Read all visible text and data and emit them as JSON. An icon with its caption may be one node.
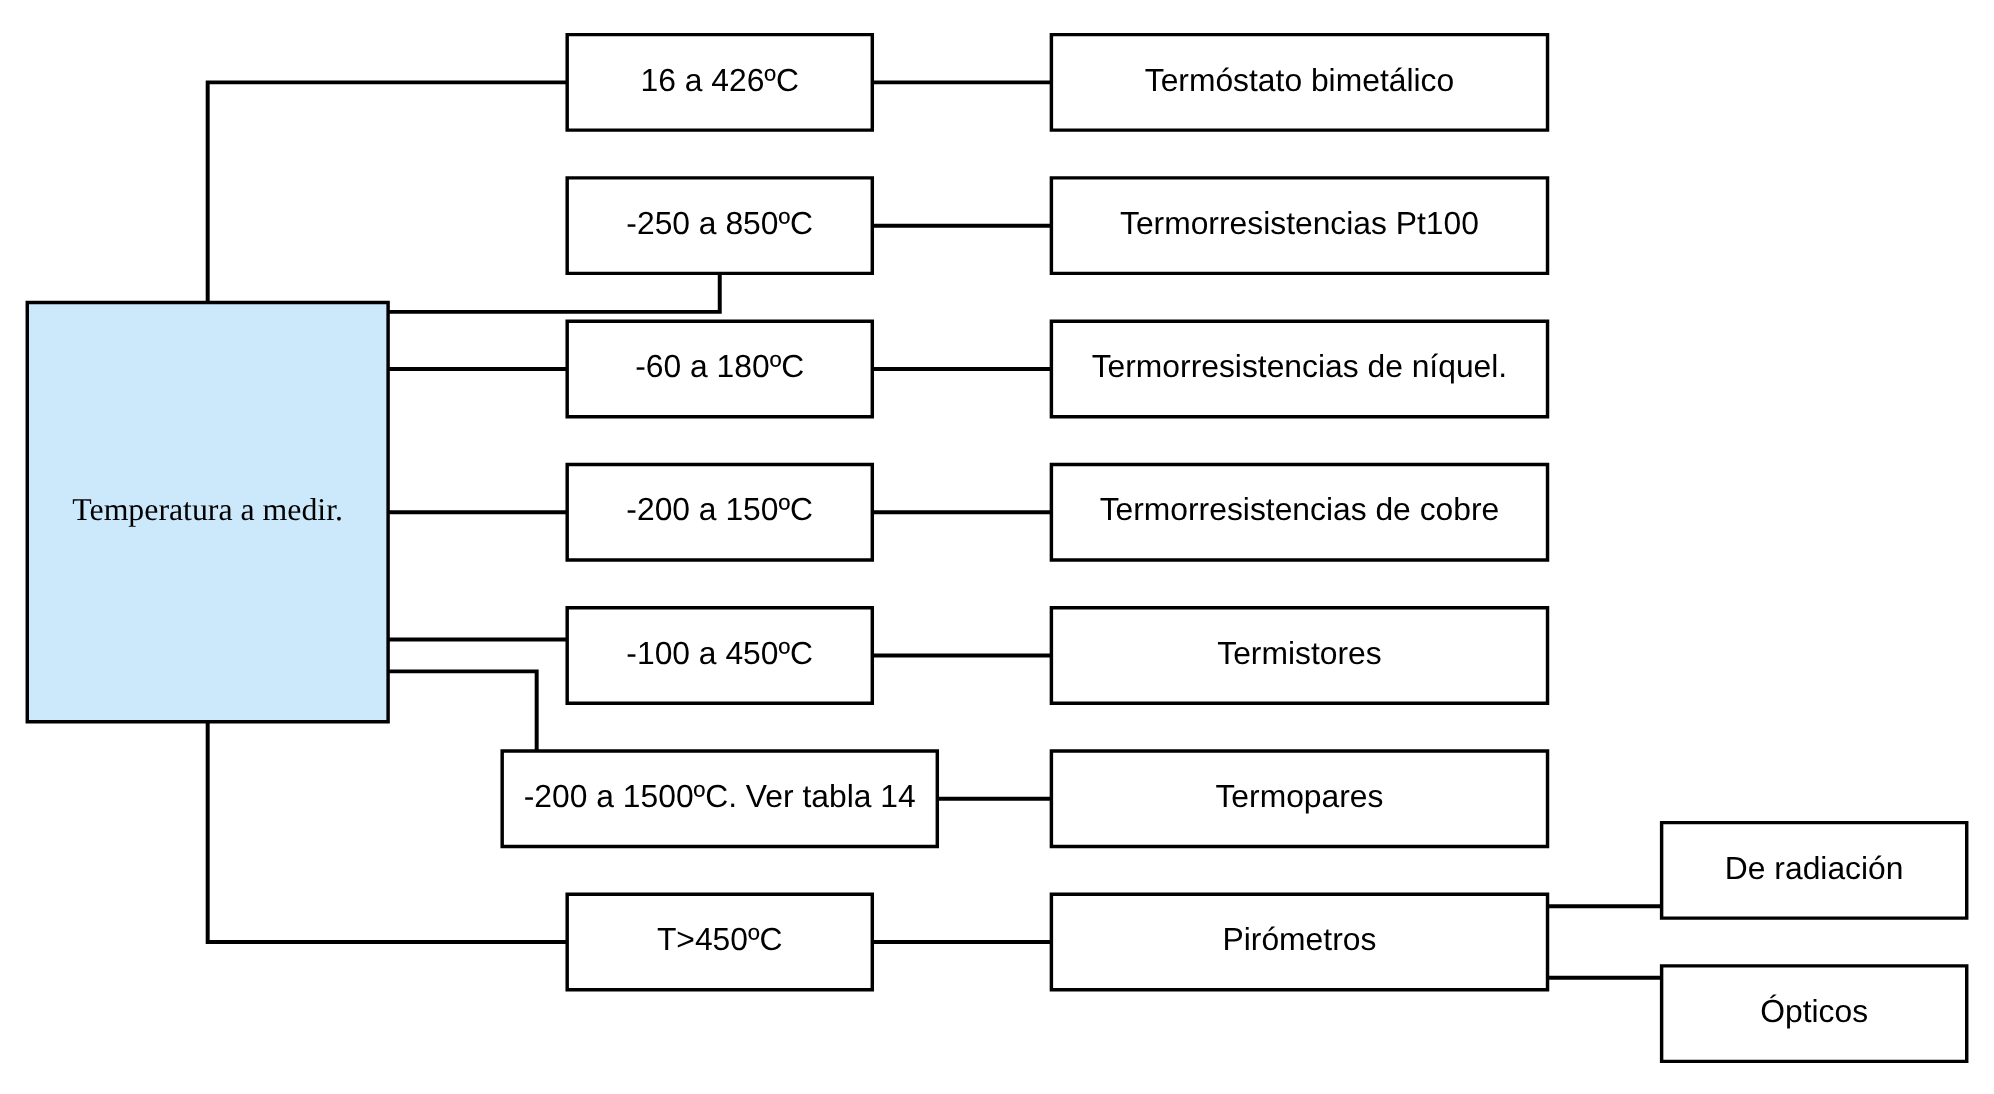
{
  "diagram": {
    "nodes": [
      {
        "text": [
          "Temperatura a medir."
        ]
      },
      {
        "text": [
          "16 a 426ºC"
        ]
      },
      {
        "text": [
          "Termóstato bimetálico"
        ]
      },
      {
        "text": [
          "-250 a 850ºC"
        ]
      },
      {
        "text": [
          "Termorresistencias Pt100"
        ]
      },
      {
        "text": [
          "-60 a 180ºC"
        ]
      },
      {
        "text": [
          "Termorresistencias de níquel."
        ]
      },
      {
        "text": [
          "-200 a 150ºC"
        ]
      },
      {
        "text": [
          "Termorresistencias de cobre"
        ]
      },
      {
        "text": [
          "-100 a 450ºC"
        ]
      },
      {
        "text": [
          "Termistores"
        ]
      },
      {
        "text": [
          "-200 a 1500ºC. Ver tabla 14"
        ]
      },
      {
        "text": [
          "Termopares"
        ]
      },
      {
        "text": [
          "T>450ºC"
        ]
      },
      {
        "text": [
          "Pirómetros"
        ]
      },
      {
        "text": [
          "De radiación"
        ]
      },
      {
        "text": [
          "Ópticos"
        ]
      }
    ],
    "edges": [
      {
        "from": 0,
        "to": 1,
        "arrow": "none"
      },
      {
        "from": 0,
        "to": 3,
        "arrow": "none"
      },
      {
        "from": 0,
        "to": 5,
        "arrow": "none"
      },
      {
        "from": 0,
        "to": 7,
        "arrow": "none"
      },
      {
        "from": 0,
        "to": 9,
        "arrow": "none"
      },
      {
        "from": 0,
        "to": 11,
        "arrow": "none"
      },
      {
        "from": 0,
        "to": 13,
        "arrow": "none"
      },
      {
        "from": 1,
        "to": 2,
        "arrow": "none"
      },
      {
        "from": 3,
        "to": 4,
        "arrow": "none"
      },
      {
        "from": 5,
        "to": 6,
        "arrow": "none"
      },
      {
        "from": 7,
        "to": 8,
        "arrow": "none"
      },
      {
        "from": 9,
        "to": 10,
        "arrow": "none"
      },
      {
        "from": 11,
        "to": 12,
        "arrow": "none"
      },
      {
        "from": 13,
        "to": 14,
        "arrow": "none"
      },
      {
        "from": 14,
        "to": 15,
        "arrow": "none"
      },
      {
        "from": 14,
        "to": 16,
        "arrow": "none"
      }
    ]
  }
}
